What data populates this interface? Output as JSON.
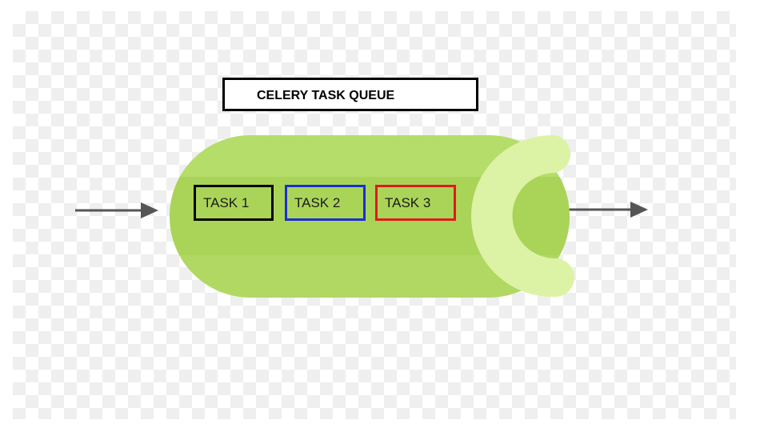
{
  "title": "CELERY TASK QUEUE",
  "tasks": [
    {
      "label": "TASK 1",
      "border_color": "#000000"
    },
    {
      "label": "TASK 2",
      "border_color": "#1a2fd6"
    },
    {
      "label": "TASK 3",
      "border_color": "#e01a1a"
    }
  ],
  "colors": {
    "pipe_body_light": "#b5dd6a",
    "pipe_body_mid": "#a9d45a",
    "pipe_body_dark": "#b0d862",
    "pipe_end": "#dcf3a5",
    "arrow": "#555555"
  }
}
